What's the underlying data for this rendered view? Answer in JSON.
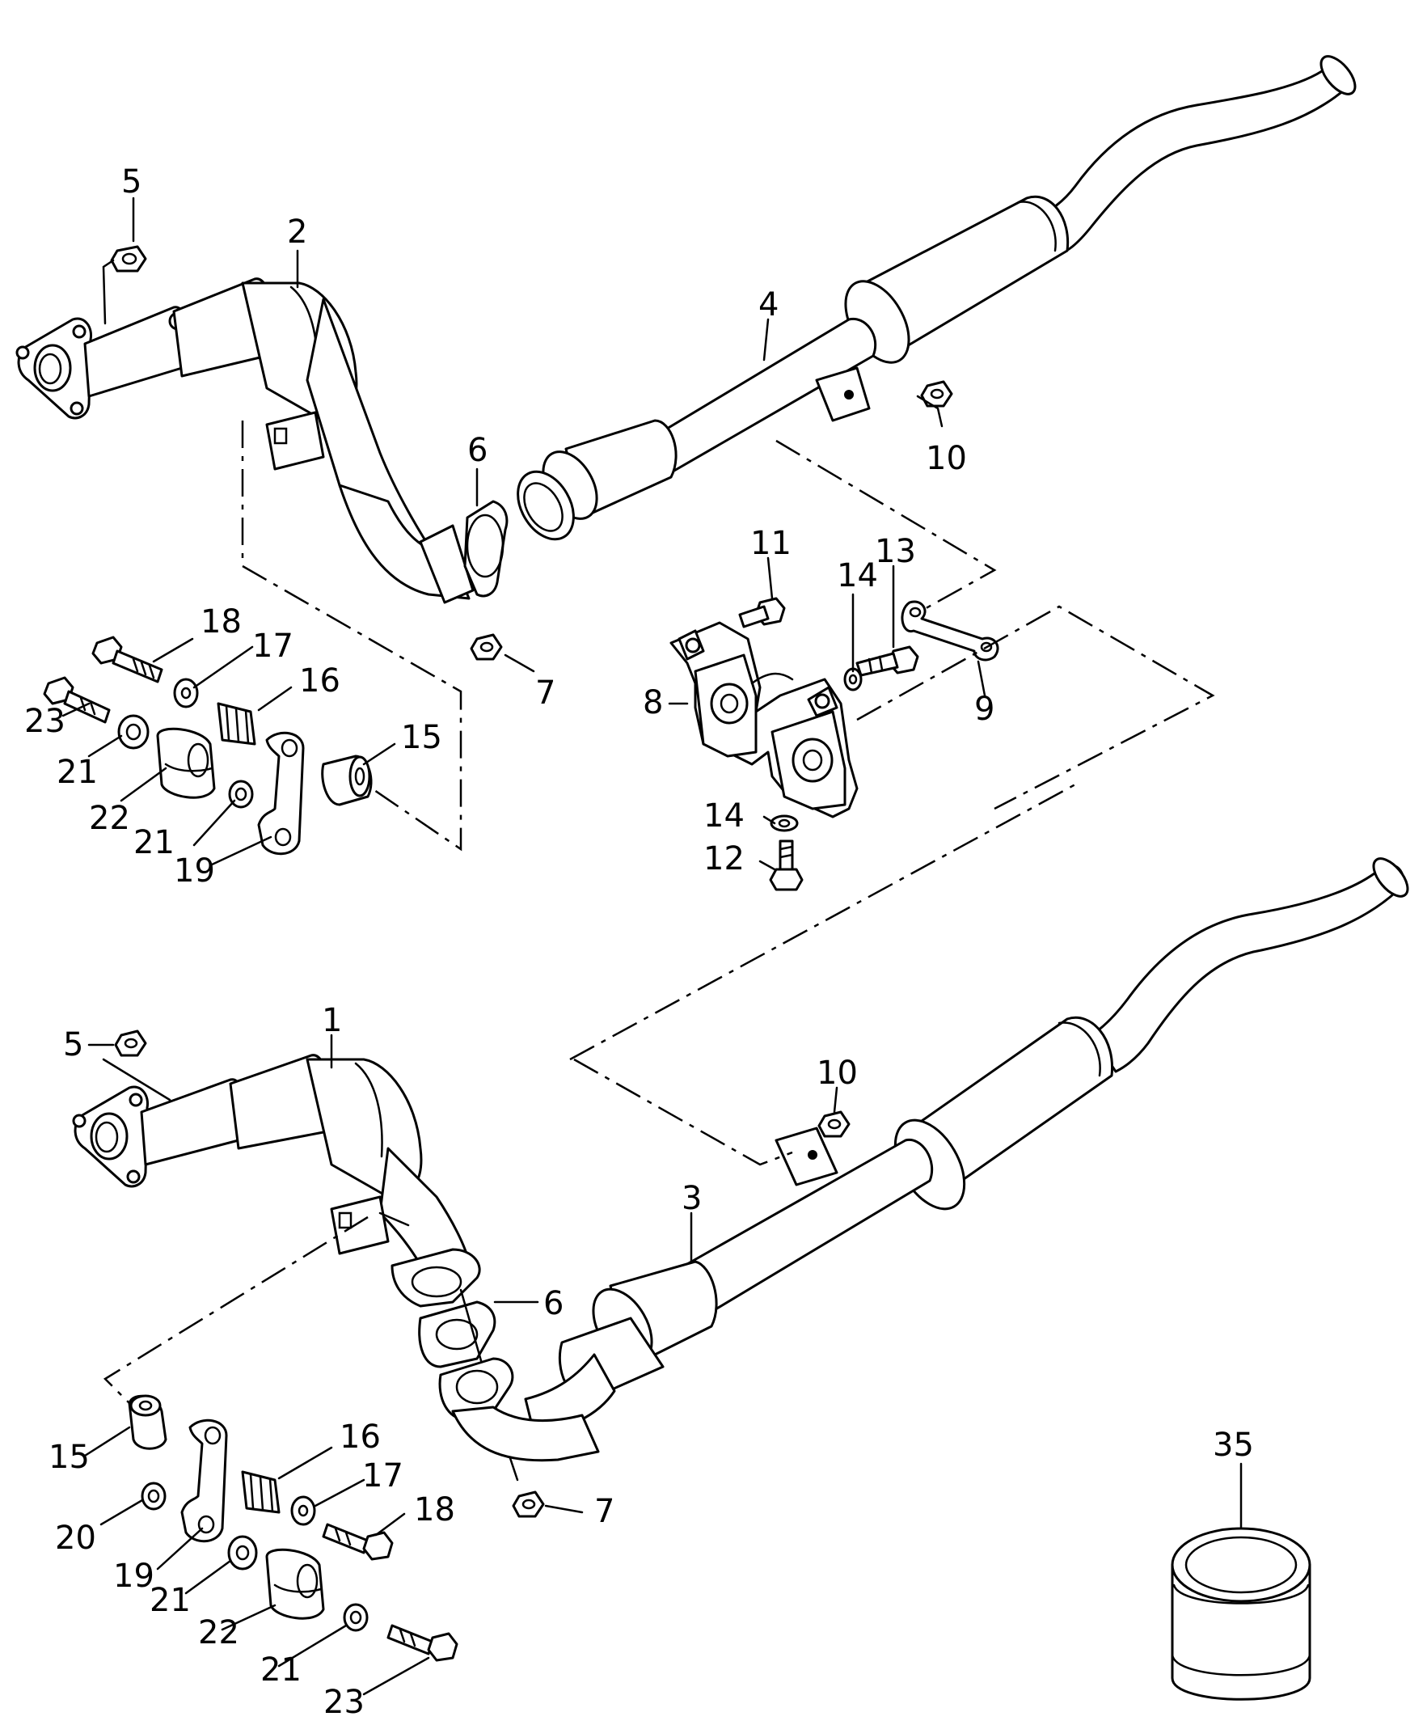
{
  "callouts": {
    "c1": "1",
    "c2": "2",
    "c3": "3",
    "c4": "4",
    "c35": "35",
    "c5a": "5",
    "c5b": "5",
    "c6a": "6",
    "c6b": "6",
    "c7a": "7",
    "c7b": "7",
    "c8": "8",
    "c9": "9",
    "c10a": "10",
    "c10b": "10",
    "c11": "11",
    "c12": "12",
    "c13": "13",
    "c14a": "14",
    "c14b": "14",
    "c15a": "15",
    "c15b": "15",
    "c16a": "16",
    "c16b": "16",
    "c17a": "17",
    "c17b": "17",
    "c18a": "18",
    "c18b": "18",
    "c19a": "19",
    "c19b": "19",
    "c20": "20",
    "c21a": "21",
    "c21b": "21",
    "c21c": "21",
    "c21d": "21",
    "c22a": "22",
    "c22b": "22",
    "c23a": "23",
    "c23b": "23"
  }
}
